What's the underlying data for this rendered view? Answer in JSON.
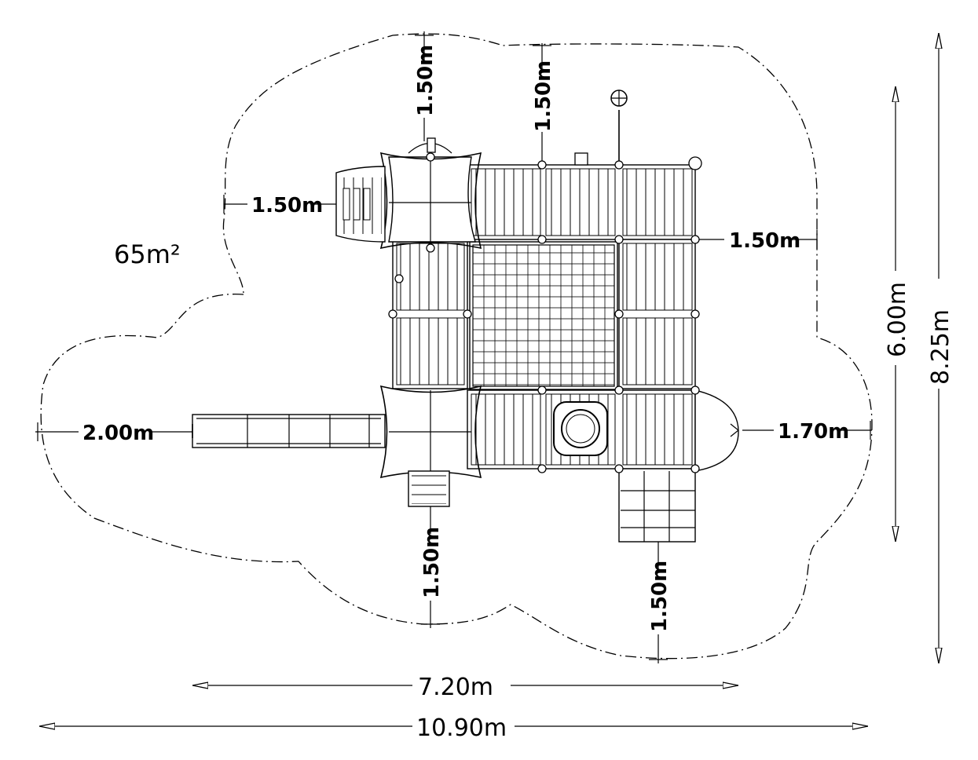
{
  "drawing": {
    "area": "65m²",
    "dimensions": {
      "total_width": "10.90m",
      "structure_width": "7.20m",
      "total_depth": "8.25m",
      "structure_depth": "6.00m",
      "clearance_top_left": "1.50m",
      "clearance_top_right": "1.50m",
      "clearance_left_upper": "1.50m",
      "clearance_right_upper": "1.50m",
      "clearance_left_slide": "2.00m",
      "clearance_right_lower": "1.70m",
      "clearance_bottom_left": "1.50m",
      "clearance_bottom_right": "1.50m"
    }
  }
}
